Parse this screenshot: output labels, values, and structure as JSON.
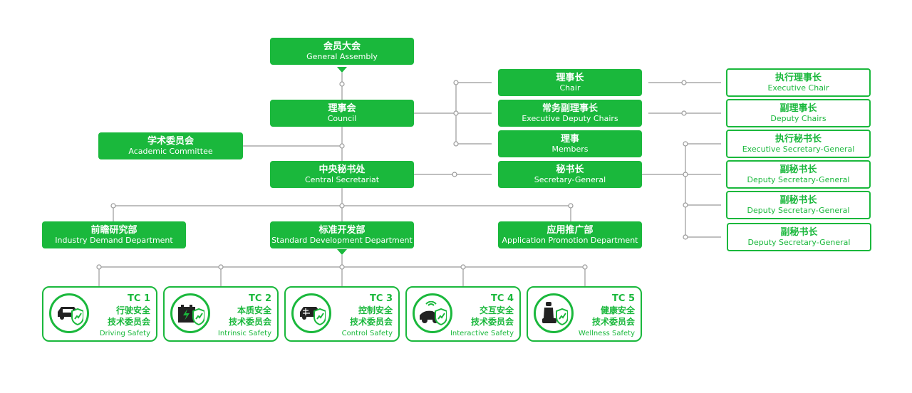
{
  "colors": {
    "brand_green": "#1ab83c",
    "line_gray": "#999999",
    "white": "#ffffff"
  },
  "nodes": {
    "general_assembly": {
      "zh": "会员大会",
      "en": "General Assembly"
    },
    "council": {
      "zh": "理事会",
      "en": "Council"
    },
    "academic_committee": {
      "zh": "学术委员会",
      "en": "Academic Committee"
    },
    "central_secretariat": {
      "zh": "中央秘书处",
      "en": "Central Secretariat"
    },
    "chair": {
      "zh": "理事长",
      "en": "Chair"
    },
    "executive_deputy_chairs": {
      "zh": "常务副理事长",
      "en": "Executive Deputy Chairs"
    },
    "members": {
      "zh": "理事",
      "en": "Members"
    },
    "secretary_general": {
      "zh": "秘书长",
      "en": "Secretary-General"
    },
    "executive_chair": {
      "zh": "执行理事长",
      "en": "Executive Chair"
    },
    "deputy_chairs": {
      "zh": "副理事长",
      "en": "Deputy Chairs"
    },
    "executive_secretary_general": {
      "zh": "执行秘书长",
      "en": "Executive Secretary-General"
    },
    "deputy_secretary_general_1": {
      "zh": "副秘书长",
      "en": "Deputy Secretary-General"
    },
    "deputy_secretary_general_2": {
      "zh": "副秘书长",
      "en": "Deputy Secretary-General"
    },
    "deputy_secretary_general_3": {
      "zh": "副秘书长",
      "en": "Deputy Secretary-General"
    },
    "industry_demand": {
      "zh": "前瞻研究部",
      "en": "Industry Demand Department"
    },
    "standard_development": {
      "zh": "标准开发部",
      "en": "Standard Development Department"
    },
    "application_promotion": {
      "zh": "应用推广部",
      "en": "Application Promotion Department"
    }
  },
  "committees": [
    {
      "id": "TC 1",
      "zh1": "行驶安全",
      "zh2": "技术委员会",
      "en": "Driving Safety",
      "icon": "car-shield-icon"
    },
    {
      "id": "TC 2",
      "zh1": "本质安全",
      "zh2": "技术委员会",
      "en": "Intrinsic Safety",
      "icon": "battery-shield-icon"
    },
    {
      "id": "TC 3",
      "zh1": "控制安全",
      "zh2": "技术委员会",
      "en": "Control Safety",
      "icon": "chip-shield-icon"
    },
    {
      "id": "TC 4",
      "zh1": "交互安全",
      "zh2": "技术委员会",
      "en": "Interactive Safety",
      "icon": "connected-car-shield-icon"
    },
    {
      "id": "TC 5",
      "zh1": "健康安全",
      "zh2": "技术委员会",
      "en": "Wellness Safety",
      "icon": "seat-shield-icon"
    }
  ]
}
